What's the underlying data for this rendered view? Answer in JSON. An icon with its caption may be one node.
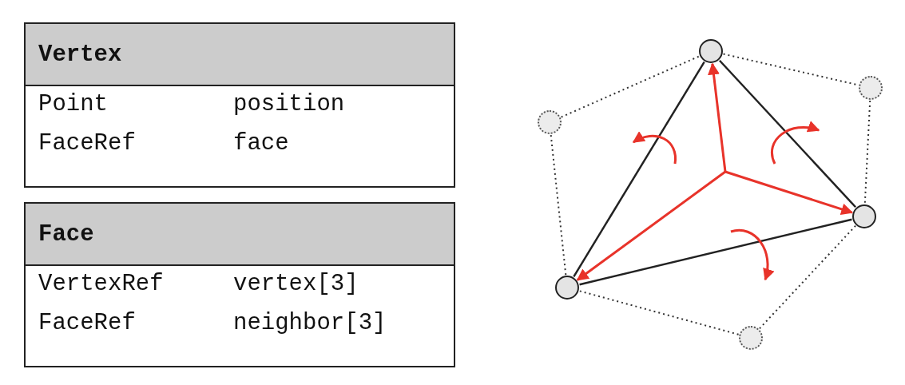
{
  "diagram": {
    "nodes": [
      {
        "text": [
          "Vertex",
          "Point",
          "position",
          "FaceRef",
          "face"
        ]
      },
      {
        "text": [
          "Face",
          "VertexRef",
          "vertex[3]",
          "FaceRef",
          "neighbor[3]"
        ]
      },
      {
        "text": [],
        "shape": "circle"
      },
      {
        "text": [],
        "shape": "circle"
      },
      {
        "text": [],
        "shape": "circle"
      },
      {
        "text": [],
        "shape": "circle"
      },
      {
        "text": [],
        "shape": "circle"
      },
      {
        "text": [],
        "shape": "circle"
      }
    ],
    "edges": [
      {
        "from": 2,
        "to": 5,
        "arrow": "none"
      },
      {
        "from": 5,
        "to": 6,
        "arrow": "none"
      },
      {
        "from": 6,
        "to": 2,
        "arrow": "none"
      },
      {
        "from": 4,
        "to": 2,
        "arrow": "none",
        "style": "dashed"
      },
      {
        "from": 2,
        "to": 3,
        "arrow": "none",
        "style": "dashed"
      },
      {
        "from": 3,
        "to": 5,
        "arrow": "none",
        "style": "dashed"
      },
      {
        "from": 5,
        "to": 7,
        "arrow": "none",
        "style": "dashed"
      },
      {
        "from": 7,
        "to": 6,
        "arrow": "none",
        "style": "dashed"
      },
      {
        "from": 6,
        "to": 4,
        "arrow": "none",
        "style": "dashed"
      },
      {
        "from": null,
        "to": 2,
        "arrow": "to",
        "color": "#e8332a"
      },
      {
        "from": null,
        "to": 5,
        "arrow": "to",
        "color": "#e8332a"
      },
      {
        "from": null,
        "to": 6,
        "arrow": "to",
        "color": "#e8332a"
      }
    ]
  }
}
